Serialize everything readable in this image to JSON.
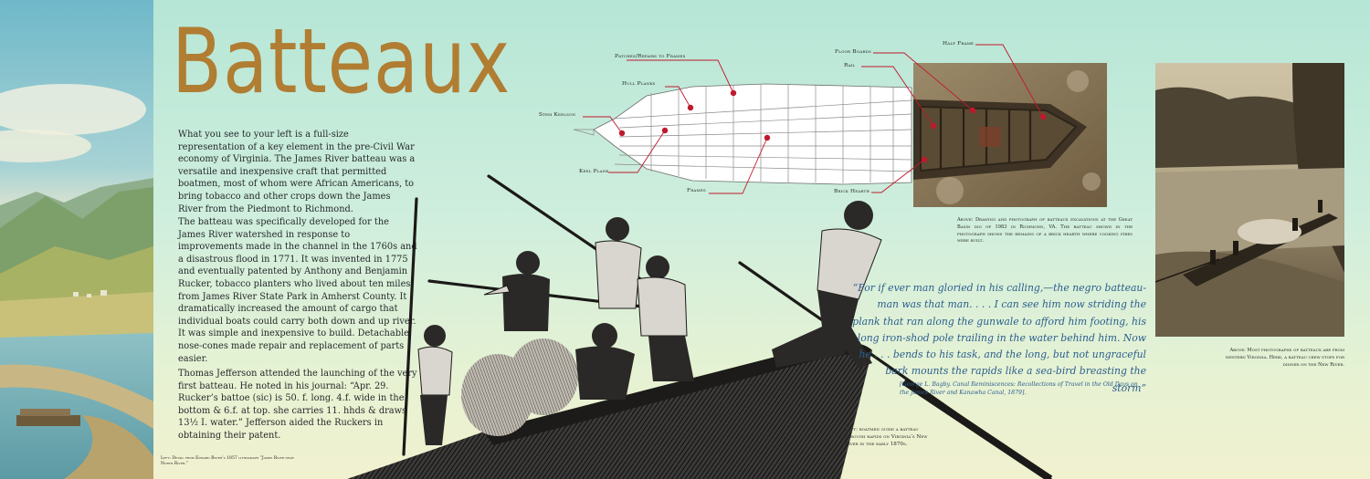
{
  "title": "Batteaux",
  "body": {
    "para1": "What you see to your left is a full-size representation of a key element in the pre-Civil War economy of Virginia. The James River batteau was a versatile and inexpensive craft that permitted boatmen, most of whom were African Americans, to bring tobacco and other crops down the James River from the Piedmont to Richmond.",
    "para2": "The batteau was specifically developed for the James River watershed in response to improvements made in the channel in the 1760s and a disastrous flood in 1771. It was invented in 1775 and eventually patented by Anthony and Benjamin Rucker, tobacco planters who lived about ten miles from James River State Park in Amherst County. It dramatically increased the amount of cargo that individual boats could carry both down and up river. It was simple and inexpensive to build. Detachable nose-cones made repair and replacement of parts easier.",
    "para3": "Thomas Jefferson attended the launching of the very first batteau. He noted in his journal: “Apr. 29. Rucker’s battoe (sic) is 50. f. long. 4.f. wide in the bottom & 6.f. at top. she carries 11. hhds & draws 13½ I. water.” Jefferson aided the Ruckers in obtaining their patent."
  },
  "left_caption": "Left: Detail from Edward Beyer’s 1857 lithograph “James River near North River.”",
  "diagram": {
    "labels": {
      "patches": "Patches/Repairs to Frames",
      "hull_planks": "Hull Planks",
      "stem_keelson": "Stem Keelson",
      "keel_plank": "Keel Plank",
      "frames": "Frames",
      "floor_boards": "Floor Boards",
      "rail": "Rail",
      "half_frame": "Half Frame",
      "brick_hearth": "Brick Hearth"
    },
    "marker_color": "#c0192c"
  },
  "excavation_caption": "Above: Drawing and photograph of batteaux excavations at the Great Basin dig of 1983 in Richmond, VA. The batteau shown in the photograph shows the remains of a brick hearth where cooking fires were built.",
  "river_caption": "Above: Most photographs of batteaux are from western Virginia. Here, a batteau crew stops for dinner on the New River.",
  "quote": {
    "text": "“For if ever man gloried in his calling,—the negro batteau-man was that man. . . . I can see him now striding the plank that ran along the gunwale to afford him footing, his long iron-shod pole trailing in the water behind him. Now he . . . bends to his task, and the long, but not ungraceful bark mounts the rapids like a sea-bird breasting the storm”",
    "source": "[George L. Bagby. Canal Reminiscences: Recollections of Travel in the Old Days on the James River and Kanawha Canal, 1879]."
  },
  "engraving_caption": "Left: boatmen guide a batteau through rapids on Virginia’s New River in the early 1870s.",
  "colors": {
    "title": "#b07d32",
    "quote": "#2a5d8e",
    "background": "#cfeedd"
  }
}
